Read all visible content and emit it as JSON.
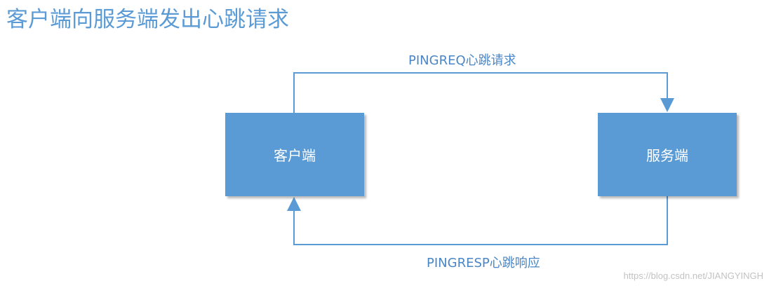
{
  "title": "客户端向服务端发出心跳请求",
  "nodes": {
    "client": "客户端",
    "server": "服务端"
  },
  "messages": {
    "request": "PINGREQ心跳请求",
    "response": "PINGRESP心跳响应"
  },
  "watermark": "https://blog.csdn.net/JIANGYINGH",
  "colors": {
    "accent": "#5b9bd5",
    "node_text": "#ffffff"
  }
}
